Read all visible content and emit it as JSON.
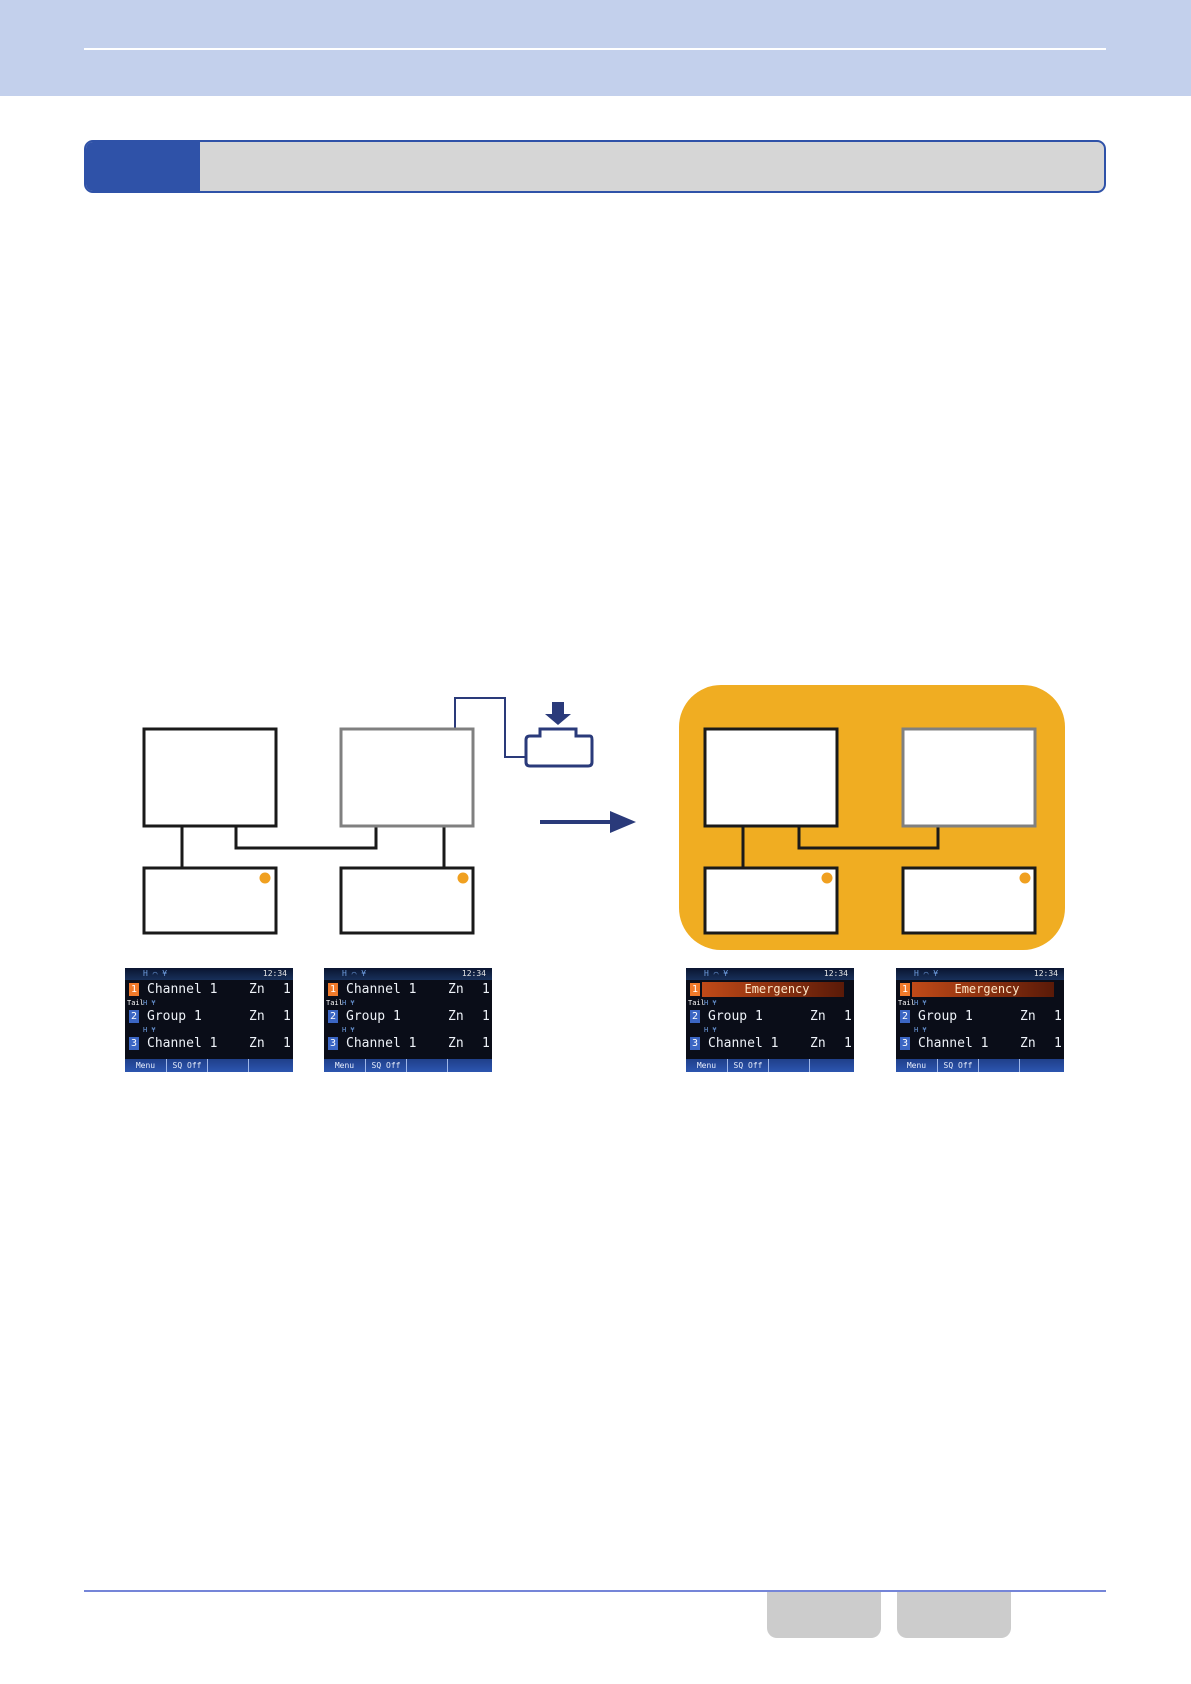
{
  "screens": [
    {
      "time": "12:34",
      "status_icons": "H ⌒ ¥",
      "rows": [
        {
          "num": "1",
          "label": "Channel 1",
          "zone": "Zn",
          "zone_value": "1"
        },
        {
          "num": "2",
          "label": "Group 1",
          "zone": "Zn",
          "zone_value": "1"
        },
        {
          "num": "3",
          "label": "Channel 1",
          "zone": "Zn",
          "zone_value": "1"
        }
      ],
      "sub_tail": "Tail",
      "sub_icons": "H ¥",
      "softkeys": [
        "Menu",
        "SQ Off",
        "",
        ""
      ]
    },
    {
      "time": "12:34",
      "status_icons": "H ⌒ ¥",
      "rows": [
        {
          "num": "1",
          "label": "Channel 1",
          "zone": "Zn",
          "zone_value": "1"
        },
        {
          "num": "2",
          "label": "Group 1",
          "zone": "Zn",
          "zone_value": "1"
        },
        {
          "num": "3",
          "label": "Channel 1",
          "zone": "Zn",
          "zone_value": "1"
        }
      ],
      "sub_tail": "Tail",
      "sub_icons": "H ¥",
      "softkeys": [
        "Menu",
        "SQ Off",
        "",
        ""
      ]
    },
    {
      "time": "12:34",
      "status_icons": "H ⌒ ¥",
      "emergency_label": "Emergency",
      "rows": [
        {
          "num": "1"
        },
        {
          "num": "2",
          "label": "Group 1",
          "zone": "Zn",
          "zone_value": "1"
        },
        {
          "num": "3",
          "label": "Channel 1",
          "zone": "Zn",
          "zone_value": "1"
        }
      ],
      "sub_tail": "Tail",
      "sub_icons": "H ¥",
      "softkeys": [
        "Menu",
        "SQ Off",
        "",
        ""
      ]
    },
    {
      "time": "12:34",
      "status_icons": "H ⌒ ¥",
      "emergency_label": "Emergency",
      "rows": [
        {
          "num": "1"
        },
        {
          "num": "2",
          "label": "Group 1",
          "zone": "Zn",
          "zone_value": "1"
        },
        {
          "num": "3",
          "label": "Channel 1",
          "zone": "Zn",
          "zone_value": "1"
        }
      ],
      "sub_tail": "Tail",
      "sub_icons": "H ¥",
      "softkeys": [
        "Menu",
        "SQ Off",
        "",
        ""
      ]
    }
  ],
  "colors": {
    "header_band": "#c3d0ec",
    "accent_blue": "#2f52a8",
    "emergency_orange": "#f0ad22",
    "led_orange": "#f0a020",
    "arrow_navy": "#2a3a7a"
  },
  "icons": {
    "key_press": "key-press-icon",
    "arrow": "right-arrow-icon",
    "led": "led-indicator-icon"
  }
}
